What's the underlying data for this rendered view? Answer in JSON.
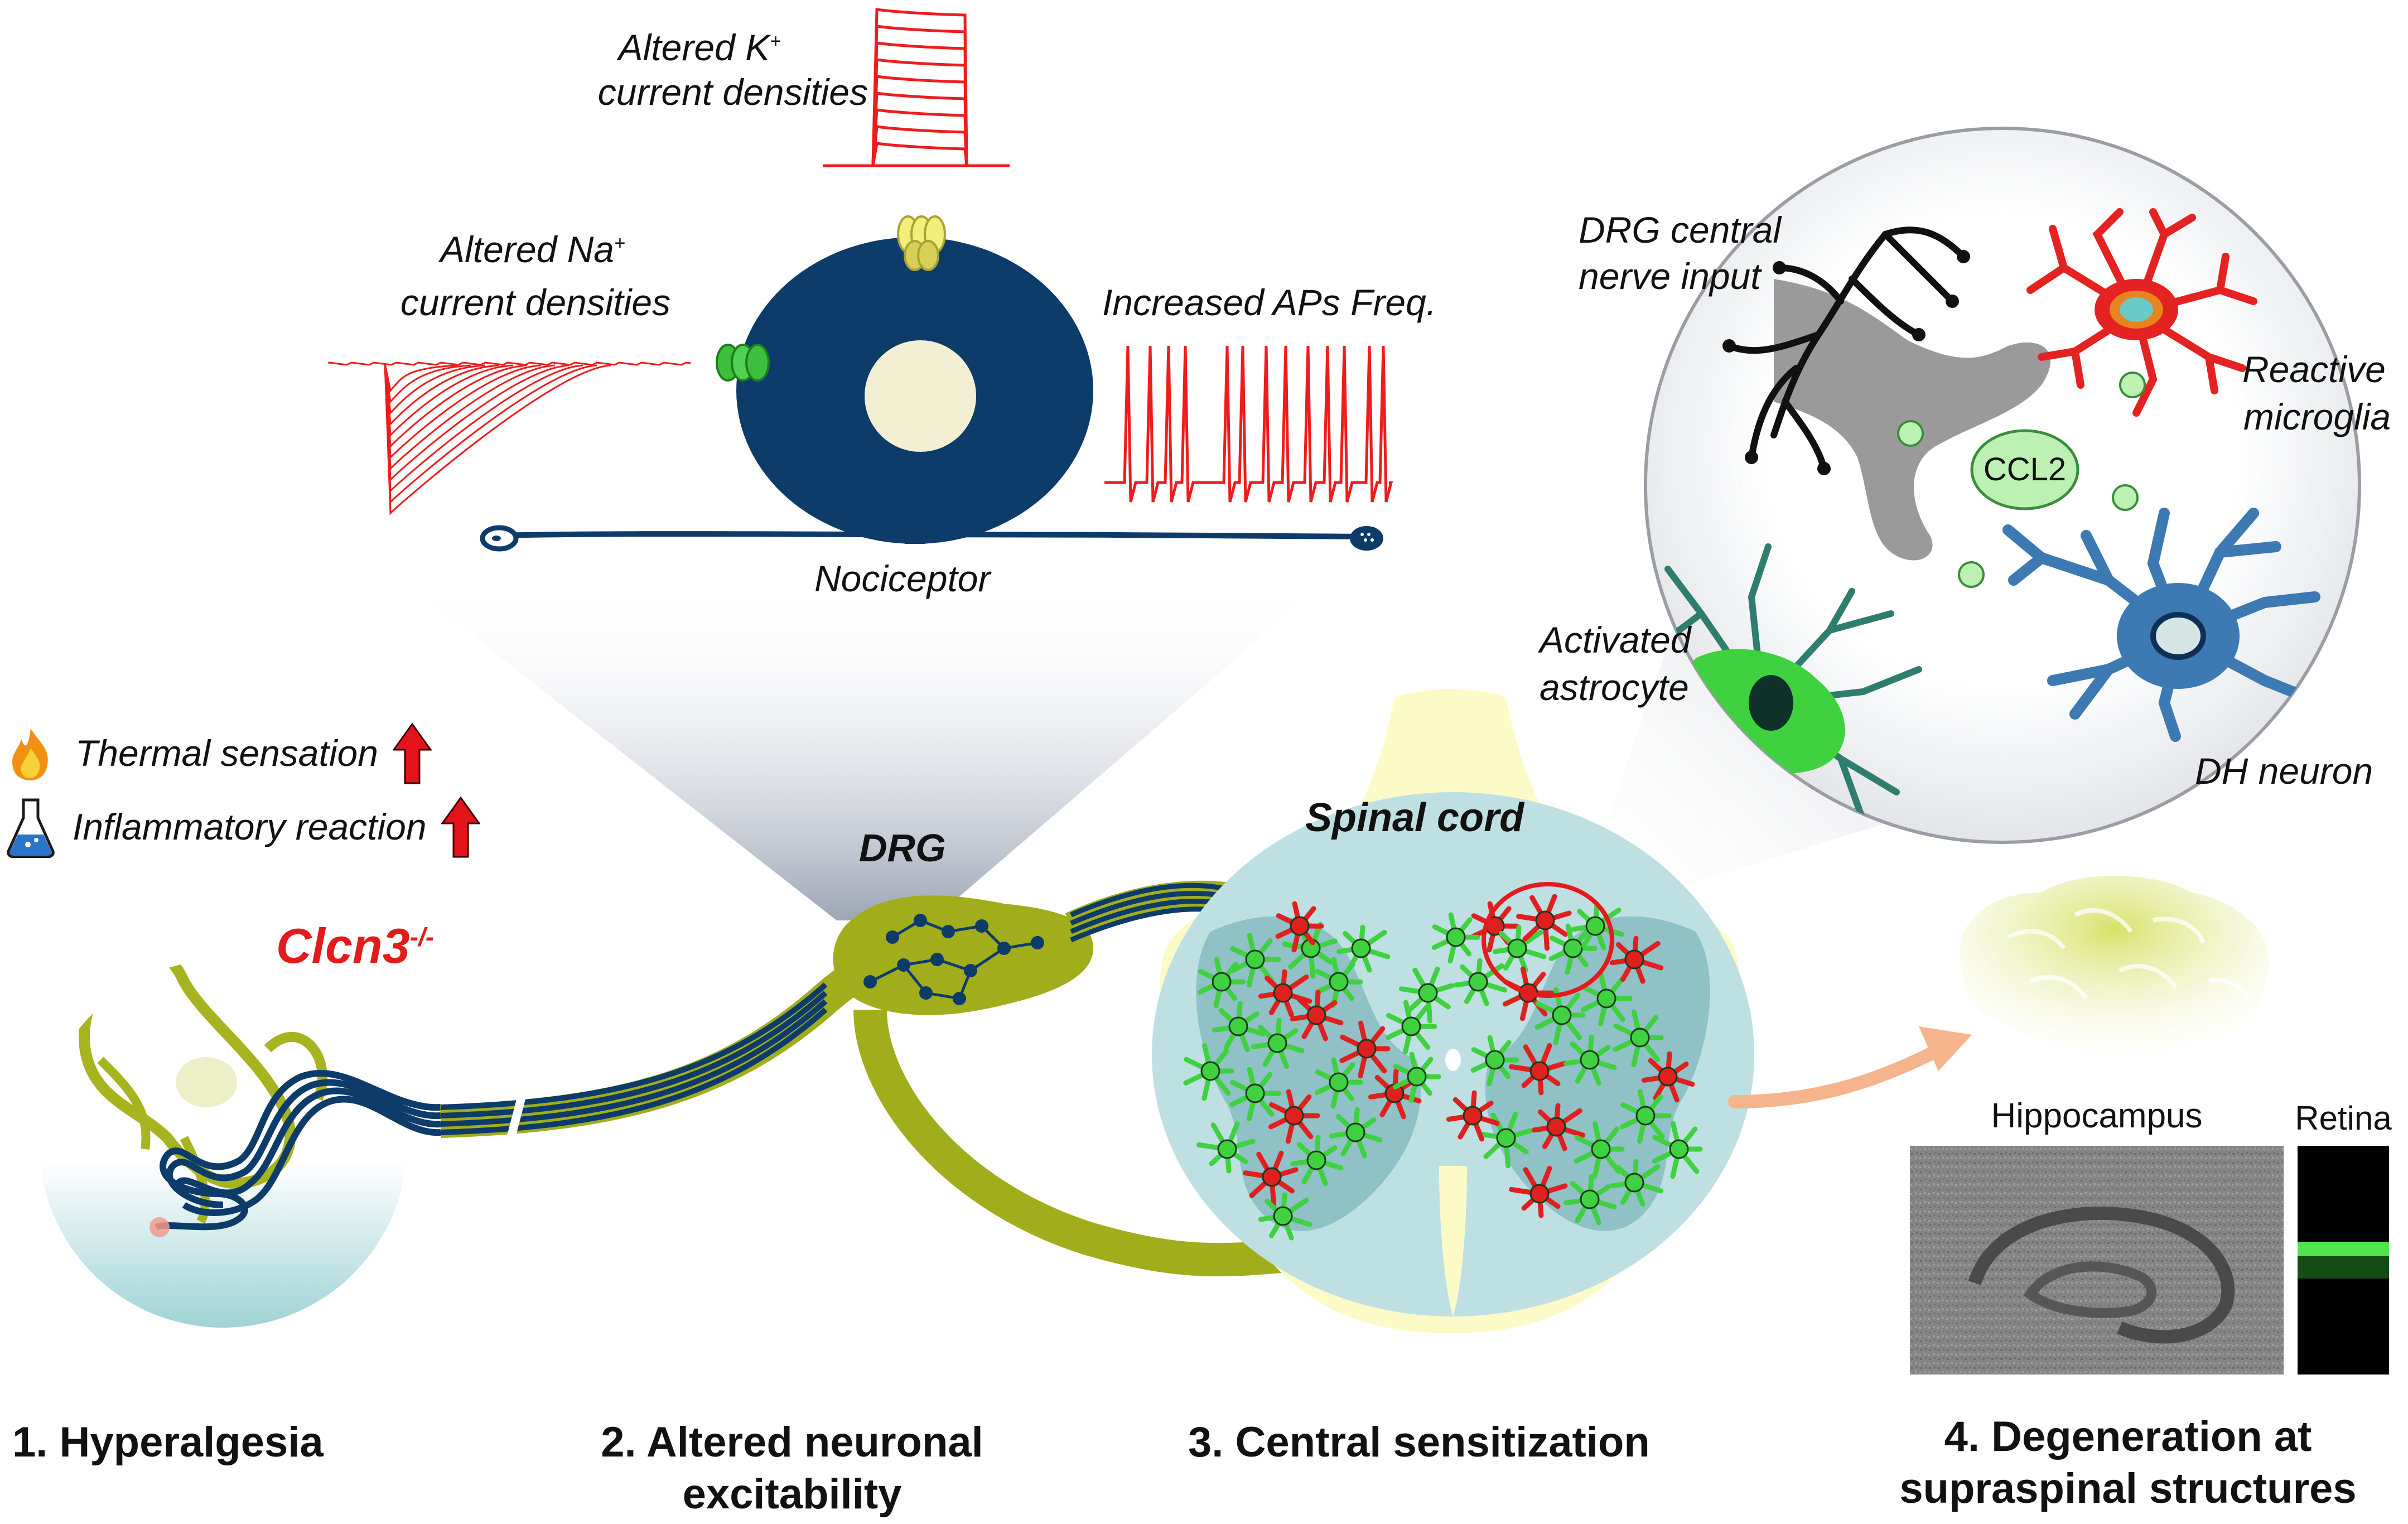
{
  "labels": {
    "k_current_1": "Altered K",
    "k_sup": "+",
    "k_current_2": "current densities",
    "na_current_1": "Altered Na",
    "na_sup": "+",
    "na_current_2": "current densities",
    "aps": "Increased APs Freq.",
    "nociceptor": "Nociceptor",
    "drg_input_1": "DRG central",
    "drg_input_2": "nerve input",
    "microglia_1": "Reactive",
    "microglia_2": "microglia",
    "ccl2": "CCL2",
    "astro_1": "Activated",
    "astro_2": "astrocyte",
    "dh_neuron": "DH neuron",
    "thermal": "Thermal sensation",
    "inflammatory": "Inflammatory reaction",
    "drg": "DRG",
    "spinal_cord": "Spinal cord",
    "gene": "Clcn3",
    "gene_sup": "-/-",
    "hippocampus": "Hippocampus",
    "retina": "Retina"
  },
  "captions": {
    "c1": "1. Hyperalgesia",
    "c2a": "2. Altered neuronal",
    "c2b": "excitability",
    "c3": "3. Central sensitization",
    "c4a": "4. Degeneration at",
    "c4b": "supraspinal structures"
  },
  "colors": {
    "navy": "#0d3b6a",
    "trace_red": "#ee1c1c",
    "olive": "#a2ad1c",
    "glia_green": "#3fd13f",
    "glia_red": "#e01f1f",
    "arrow_red": "#e3141a",
    "peach": "#f7b88d"
  }
}
